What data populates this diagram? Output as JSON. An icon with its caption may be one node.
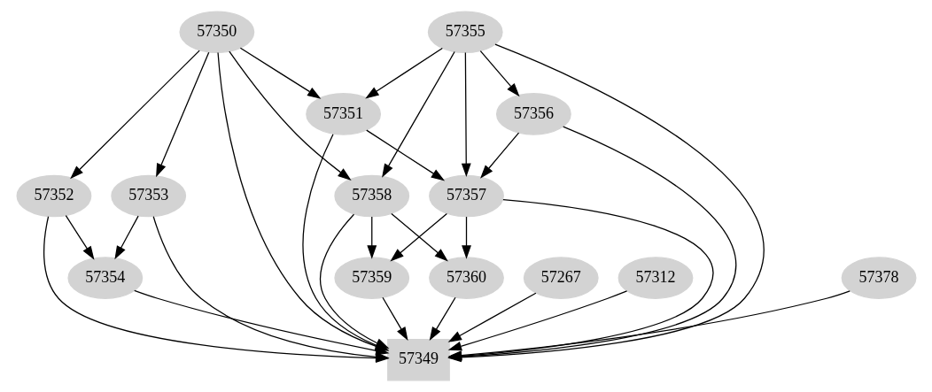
{
  "diagram": {
    "nodes": [
      {
        "text": [
          "57350"
        ]
      },
      {
        "text": [
          "57355"
        ]
      },
      {
        "text": [
          "57351"
        ]
      },
      {
        "text": [
          "57356"
        ]
      },
      {
        "text": [
          "57352"
        ]
      },
      {
        "text": [
          "57353"
        ]
      },
      {
        "text": [
          "57358"
        ]
      },
      {
        "text": [
          "57357"
        ]
      },
      {
        "text": [
          "57267"
        ]
      },
      {
        "text": [
          "57312"
        ]
      },
      {
        "text": [
          "57354"
        ]
      },
      {
        "text": [
          "57360"
        ]
      },
      {
        "text": [
          "57359"
        ]
      },
      {
        "text": [
          "57378"
        ]
      },
      {
        "text": [
          "57349"
        ]
      }
    ],
    "edges": [
      {
        "from": 0,
        "to": 2,
        "arrow": "to"
      },
      {
        "from": 0,
        "to": 4,
        "arrow": "to"
      },
      {
        "from": 0,
        "to": 5,
        "arrow": "to"
      },
      {
        "from": 0,
        "to": 14,
        "arrow": "to"
      },
      {
        "from": 0,
        "to": 6,
        "arrow": "to"
      },
      {
        "from": 1,
        "to": 2,
        "arrow": "to"
      },
      {
        "from": 1,
        "to": 6,
        "arrow": "to"
      },
      {
        "from": 1,
        "to": 7,
        "arrow": "to"
      },
      {
        "from": 1,
        "to": 3,
        "arrow": "to"
      },
      {
        "from": 1,
        "to": 14,
        "arrow": "to"
      },
      {
        "from": 2,
        "to": 7,
        "arrow": "to"
      },
      {
        "from": 2,
        "to": 14,
        "arrow": "to"
      },
      {
        "from": 3,
        "to": 7,
        "arrow": "to"
      },
      {
        "from": 3,
        "to": 14,
        "arrow": "to"
      },
      {
        "from": 4,
        "to": 10,
        "arrow": "to"
      },
      {
        "from": 4,
        "to": 14,
        "arrow": "to"
      },
      {
        "from": 5,
        "to": 10,
        "arrow": "to"
      },
      {
        "from": 5,
        "to": 14,
        "arrow": "to"
      },
      {
        "from": 6,
        "to": 11,
        "arrow": "to"
      },
      {
        "from": 6,
        "to": 12,
        "arrow": "to"
      },
      {
        "from": 6,
        "to": 14,
        "arrow": "to"
      },
      {
        "from": 7,
        "to": 11,
        "arrow": "to"
      },
      {
        "from": 7,
        "to": 12,
        "arrow": "to"
      },
      {
        "from": 7,
        "to": 14,
        "arrow": "to"
      },
      {
        "from": 8,
        "to": 14,
        "arrow": "to"
      },
      {
        "from": 9,
        "to": 14,
        "arrow": "to"
      },
      {
        "from": 10,
        "to": 14,
        "arrow": "to"
      },
      {
        "from": 11,
        "to": 14,
        "arrow": "to"
      },
      {
        "from": 12,
        "to": 14,
        "arrow": "to"
      },
      {
        "from": 13,
        "to": 14,
        "arrow": "to"
      }
    ]
  }
}
